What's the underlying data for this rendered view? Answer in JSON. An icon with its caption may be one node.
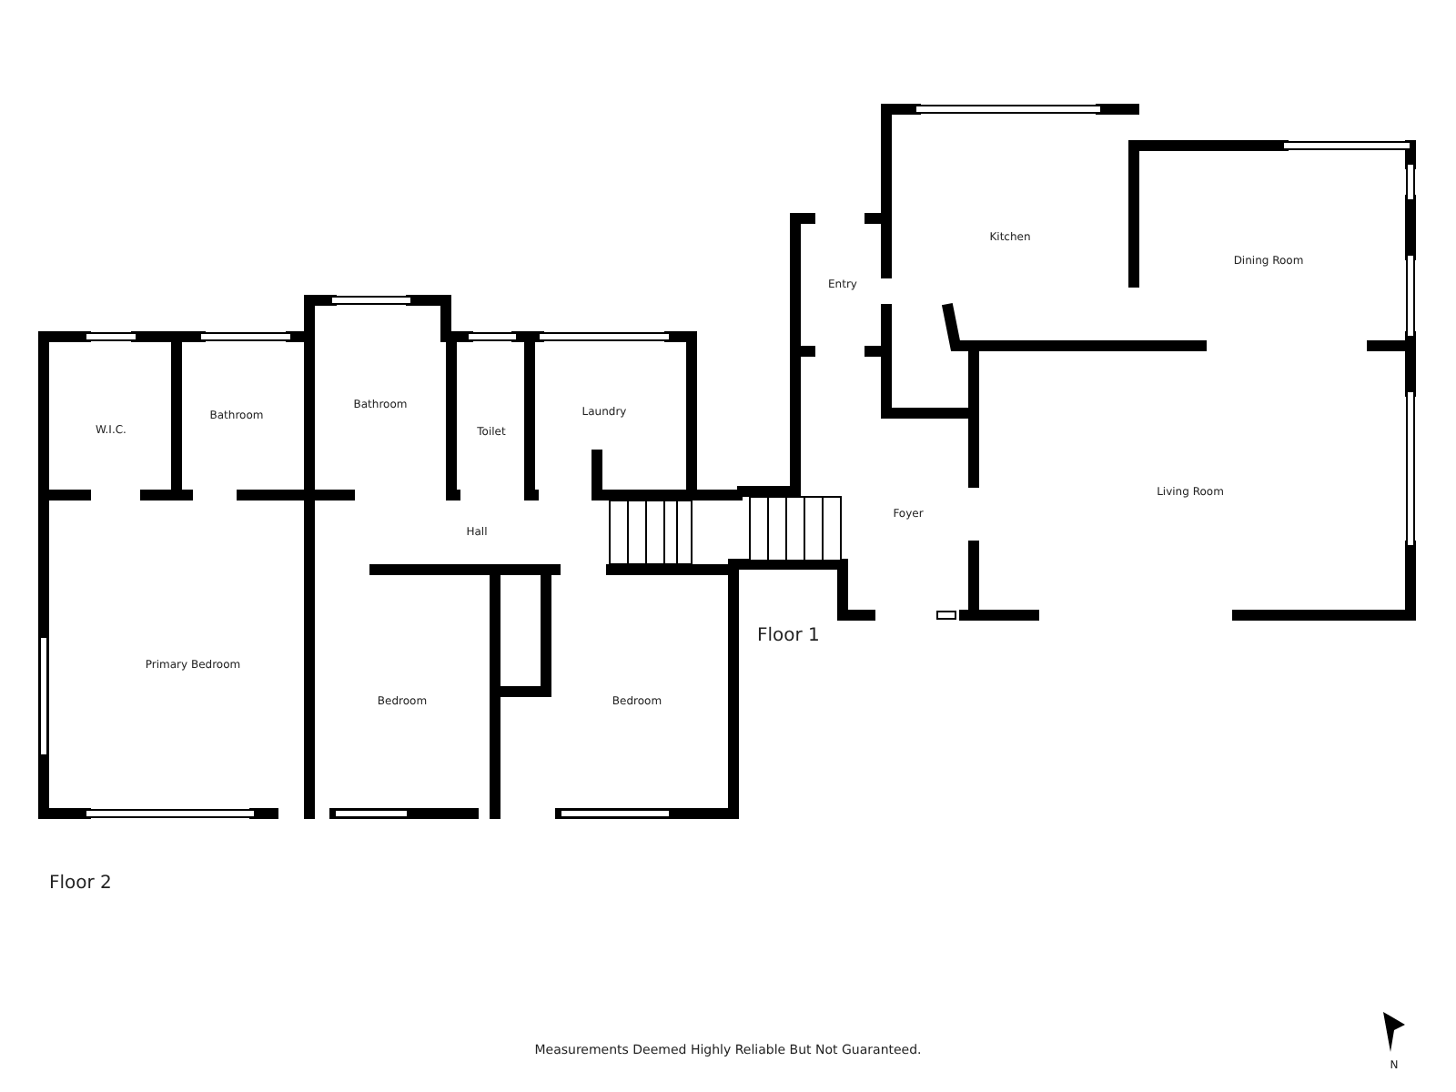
{
  "diagram": {
    "caption": "Measurements Deemed Highly Reliable But Not Guaranteed.",
    "labels": [
      "Kitchen",
      "Dining Room",
      "Entry",
      "W.I.C.",
      "Bathroom",
      "Bathroom",
      "Toilet",
      "Laundry",
      "Living Room",
      "Foyer",
      "Hall",
      "Floor 1",
      "Primary Bedroom",
      "Bedroom",
      "Bedroom",
      "Floor 2",
      "N"
    ]
  }
}
